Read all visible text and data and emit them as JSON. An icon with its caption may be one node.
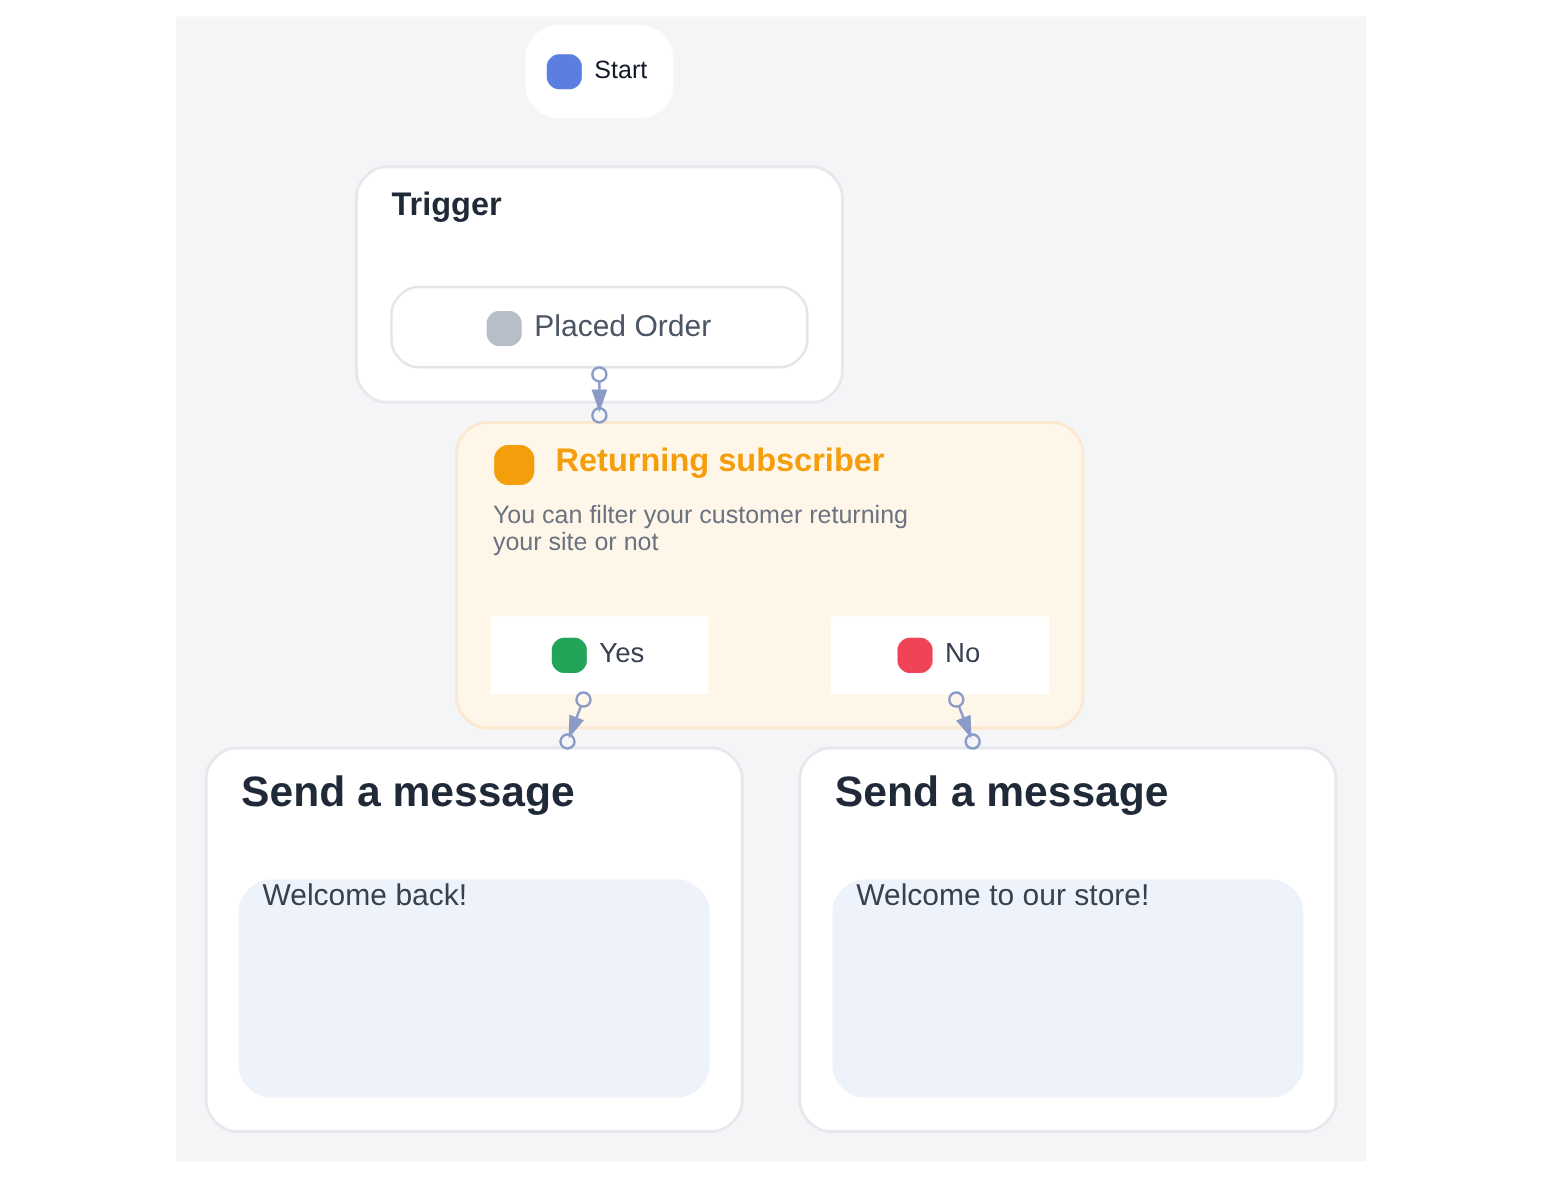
{
  "diagram": {
    "nodes": [
      {
        "text": [
          "Start"
        ]
      },
      {
        "text": [
          "Trigger"
        ]
      },
      {
        "text": [
          "Placed Order"
        ],
        "in": 1
      },
      {
        "text": [
          "Returning subscriber",
          "You can filter your customer returning your site or not"
        ]
      },
      {
        "text": [
          "Yes"
        ],
        "in": 3
      },
      {
        "text": [
          "No"
        ],
        "in": 3
      },
      {
        "text": [
          "Send a message"
        ]
      },
      {
        "text": [
          "Welcome to our store!"
        ],
        "in": 6
      },
      {
        "text": [
          "Send a message"
        ]
      },
      {
        "text": [
          "Welcome back!"
        ],
        "in": 8
      }
    ],
    "edges": [
      {
        "from": 2,
        "to": 3,
        "arrow": "to"
      },
      {
        "from": 4,
        "to": 8,
        "arrow": "to"
      },
      {
        "from": 5,
        "to": 6,
        "arrow": "to"
      }
    ]
  }
}
